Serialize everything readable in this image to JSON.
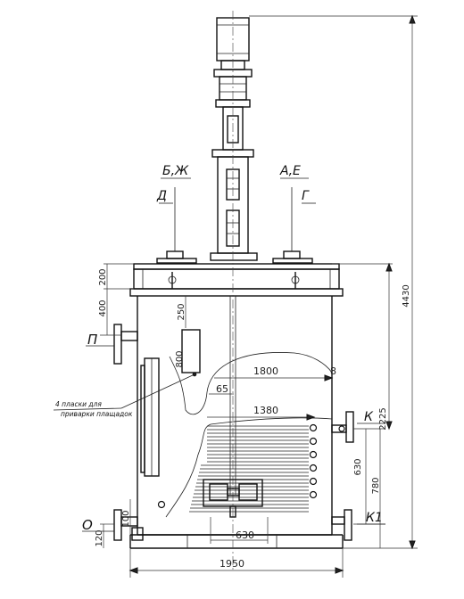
{
  "labels": {
    "b_zh": "Б,Ж",
    "a_e": "А,Е",
    "d": "Д",
    "g": "Г",
    "p": "П",
    "o": "О",
    "k": "К",
    "k1": "К1",
    "note_line1": "4 пласки для",
    "note_line2": "приварки плащадок"
  },
  "dimensions": {
    "overall_height": "4430",
    "to_nozzle_k": "2225",
    "h200": "200",
    "h400": "400",
    "h250": "250",
    "h800": "800",
    "d1800": "1800",
    "h65": "65",
    "d1380": "1380",
    "h8": "8",
    "h630_coil": "630",
    "h780": "780",
    "h100": "100",
    "h120": "120",
    "d630": "630",
    "d1950": "1950"
  }
}
